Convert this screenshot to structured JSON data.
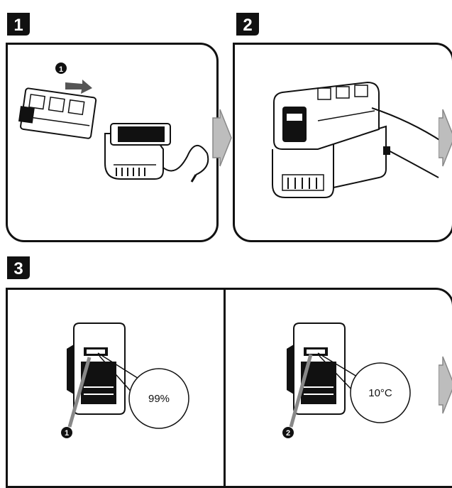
{
  "steps": [
    {
      "number": "1"
    },
    {
      "number": "2"
    },
    {
      "number": "3"
    }
  ],
  "step1": {
    "marker": "1"
  },
  "step3": {
    "left": {
      "marker": "1",
      "readout": "99%"
    },
    "right": {
      "marker": "2",
      "readout": "10°C"
    }
  },
  "colors": {
    "outline": "#111111",
    "arrow_fill": "#bdbdbd",
    "badge": "#111111"
  }
}
